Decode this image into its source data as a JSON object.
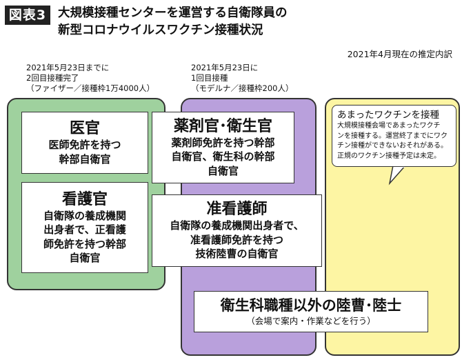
{
  "header": {
    "figure_label": "図表3",
    "title_line1": "大規模接種センターを運営する自衛隊員の",
    "title_line2": "新型コロナウイルスワクチン接種状況",
    "subtitle": "2021年4月現在の推定内訳"
  },
  "notes": {
    "left": {
      "line1": "2021年5月23日までに",
      "line2": "2回目接種完了",
      "line3": "（ファイザー／接種枠1万4000人）"
    },
    "middle": {
      "line1": "2021年5月23日に",
      "line2": "1回目接種",
      "line3": "（モデルナ／接種枠200人）"
    }
  },
  "boxes": {
    "ikan": {
      "title": "医官",
      "line1": "医師免許を持つ",
      "line2": "幹部自衛官"
    },
    "kangokan": {
      "title": "看護官",
      "line1": "自衛隊の養成機関",
      "line2": "出身者で、正看護",
      "line3": "師免許を持つ幹部",
      "line4": "自衛官"
    },
    "yakuzaikan": {
      "title": "薬剤官･衛生官",
      "line1": "薬剤師免許を持つ幹部",
      "line2": "自衛官、衛生科の幹部",
      "line3": "自衛官"
    },
    "junkangoshi": {
      "title": "准看護師",
      "line1": "自衛隊の養成機関出身者で、",
      "line2": "准看護師免許を持つ",
      "line3": "技術陸曹の自衛官"
    },
    "other": {
      "title": "衛生科職種以外の陸曹･陸士",
      "sub": "（会場で案内・作業などを行う）"
    }
  },
  "speech": {
    "title": "あまったワクチンを接種",
    "line1": "大規模接種会場であまったワクチ",
    "line2": "ンを接種する。運営終了までにワク",
    "line3": "チン接種ができないおそれがある。",
    "line4": "正規のワクチン接種予定は未定。"
  },
  "colors": {
    "green": "#9fd19e",
    "purple": "#b9a0dc",
    "yellow": "#fdf5a3"
  }
}
